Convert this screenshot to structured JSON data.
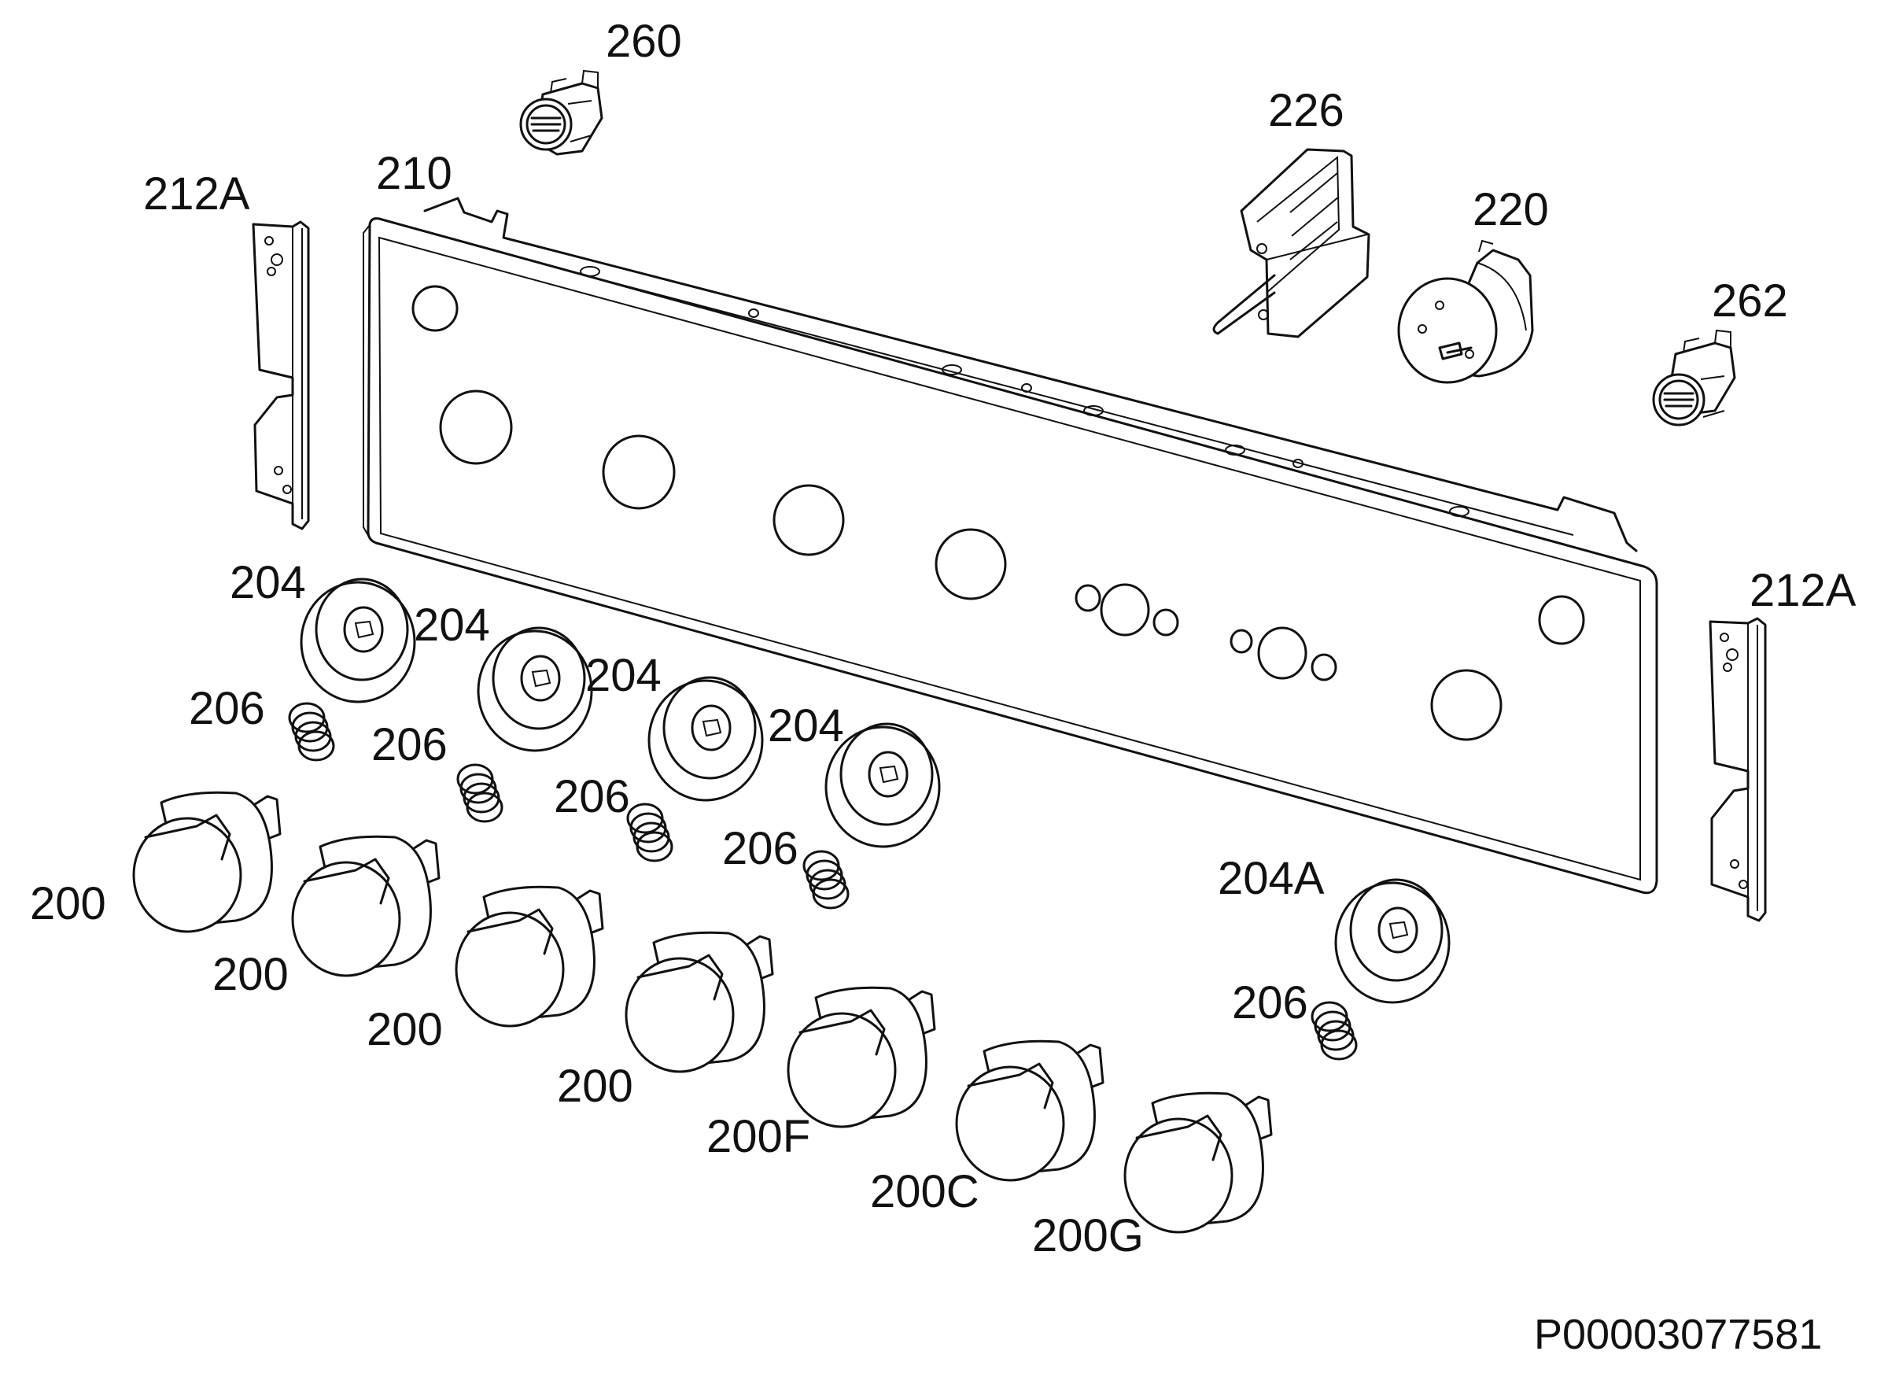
{
  "diagram": {
    "reference_code": "P00003077581",
    "labels": {
      "l260": "260",
      "l226": "226",
      "l210": "210",
      "l212a_left": "212A",
      "l220": "220",
      "l262": "262",
      "l212a_right": "212A",
      "l204_1": "204",
      "l204_2": "204",
      "l204_3": "204",
      "l204_4": "204",
      "l204a": "204A",
      "l206_1": "206",
      "l206_2": "206",
      "l206_3": "206",
      "l206_4": "206",
      "l206_5": "206",
      "l200_1": "200",
      "l200_2": "200",
      "l200_3": "200",
      "l200_4": "200",
      "l200f": "200F",
      "l200c": "200C",
      "l200g": "200G"
    }
  }
}
